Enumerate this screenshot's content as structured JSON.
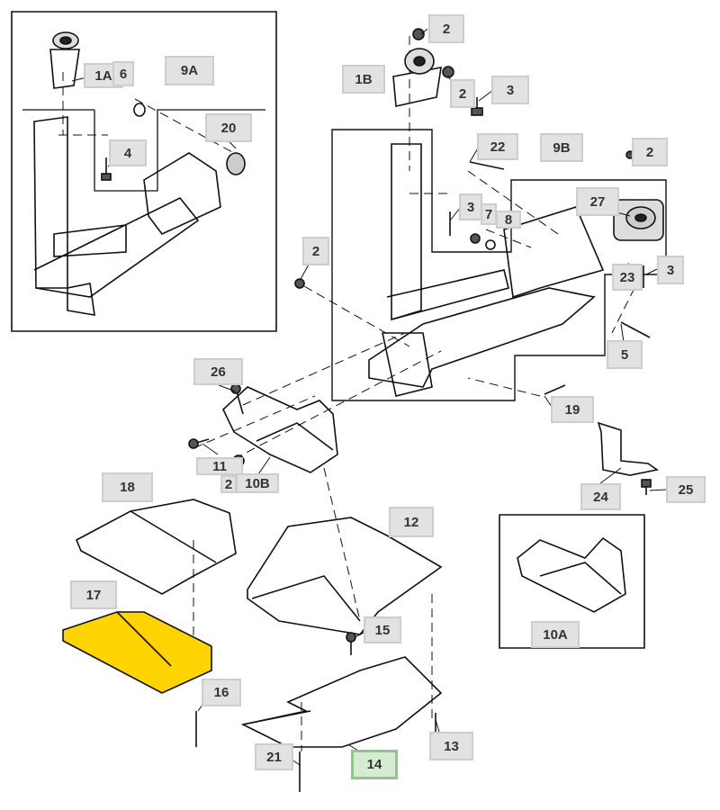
{
  "diagram": {
    "highlight_color": "#ffd400",
    "selected_color": "#93c48d",
    "callouts": {
      "c1A": "1A",
      "c6": "6",
      "c9A": "9A",
      "c20": "20",
      "c4": "4",
      "c2a": "2",
      "c1B": "1B",
      "c2b": "2",
      "c3a": "3",
      "c22": "22",
      "c9B": "9B",
      "c2c": "2",
      "c3b": "3",
      "c7": "7",
      "c8": "8",
      "c27": "27",
      "c2d": "2",
      "c23": "23",
      "c3c": "3",
      "c5": "5",
      "c26": "26",
      "c19": "19",
      "c11": "11",
      "c2e": "2",
      "c10B": "10B",
      "c24": "24",
      "c25": "25",
      "c18": "18",
      "c12": "12",
      "c17": "17",
      "c15": "15",
      "c16": "16",
      "c10A": "10A",
      "c13": "13",
      "c21": "21",
      "c14": "14"
    },
    "selected_part": "14"
  }
}
